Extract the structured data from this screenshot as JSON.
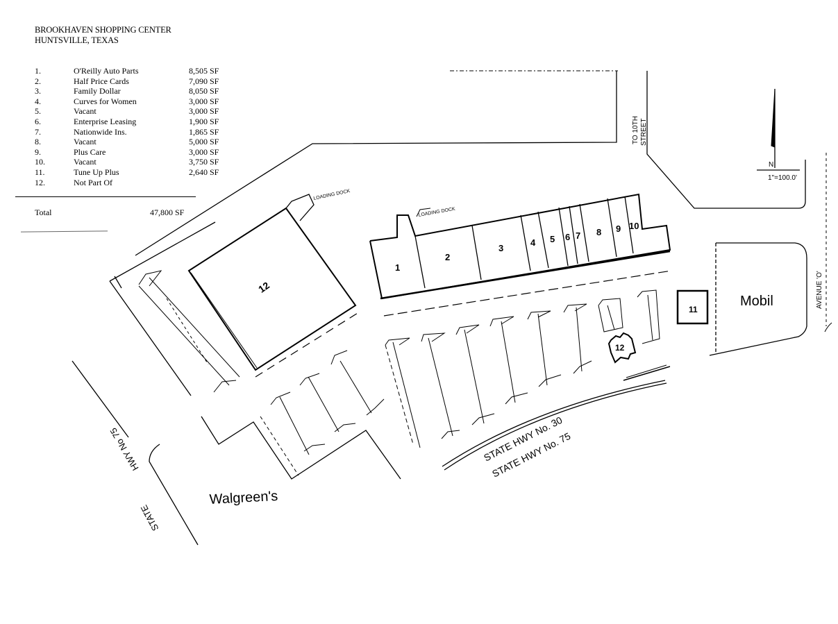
{
  "header": {
    "title": "BROOKHAVEN SHOPPING CENTER",
    "location": "HUNTSVILLE, TEXAS"
  },
  "tenants": [
    {
      "num": "1.",
      "name": "O'Reilly Auto Parts",
      "sf": "8,505 SF"
    },
    {
      "num": "2.",
      "name": "Half  Price Cards",
      "sf": "7,090 SF"
    },
    {
      "num": "3.",
      "name": "Family Dollar",
      "sf": "8,050 SF"
    },
    {
      "num": "4.",
      "name": "Curves for Women",
      "sf": "3,000 SF"
    },
    {
      "num": "5.",
      "name": "Vacant",
      "sf": "3,000 SF"
    },
    {
      "num": "6.",
      "name": "Enterprise Leasing",
      "sf": "1,900 SF"
    },
    {
      "num": "7.",
      "name": "Nationwide Ins.",
      "sf": "1,865 SF"
    },
    {
      "num": "8.",
      "name": "Vacant",
      "sf": "5,000 SF"
    },
    {
      "num": "9.",
      "name": "Plus Care",
      "sf": "3,000 SF"
    },
    {
      "num": "10.",
      "name": "Vacant",
      "sf": "3,750 SF"
    },
    {
      "num": "11.",
      "name": "Tune Up Plus",
      "sf": "2,640 SF"
    },
    {
      "num": "12.",
      "name": "Not Part Of",
      "sf": ""
    }
  ],
  "total": {
    "label": "Total",
    "value": "47,800 SF"
  },
  "plan": {
    "units": [
      "1",
      "2",
      "3",
      "4",
      "5",
      "6",
      "7",
      "8",
      "9",
      "10"
    ],
    "unit_11": "11",
    "anchor_12": "12",
    "pad_12": "12",
    "loading_dock_main": "LOADING DOCK",
    "loading_dock_anchor": "LOADING DOCK",
    "walgreens": "Walgreen's",
    "mobil": "Mobil",
    "road_to_10th_line1": "TO 10TH",
    "road_to_10th_line2": "STREET",
    "avenue": "AVENUE 'O'",
    "hwy_30": "STATE HWY No. 30",
    "hwy_75": "STATE HWY No. 75",
    "state_hwy_75_left_a": "STATE",
    "state_hwy_75_left_b": "HWY No 75",
    "north_label": "N",
    "scale": "1\"=100.0'"
  }
}
